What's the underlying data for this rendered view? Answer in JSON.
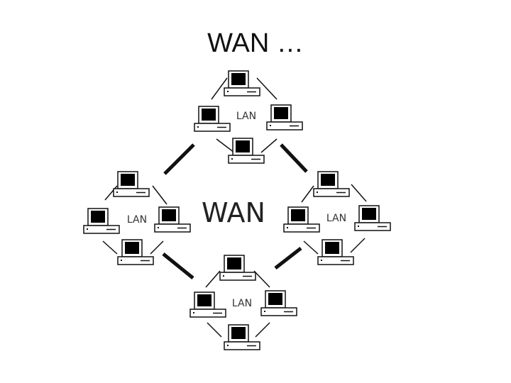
{
  "title": "WAN …",
  "center_label": "WAN",
  "lan_labels": [
    "LAN",
    "LAN",
    "LAN",
    "LAN"
  ],
  "colors": {
    "ink": "#111111",
    "screen": "#000000",
    "label": "#333333"
  }
}
